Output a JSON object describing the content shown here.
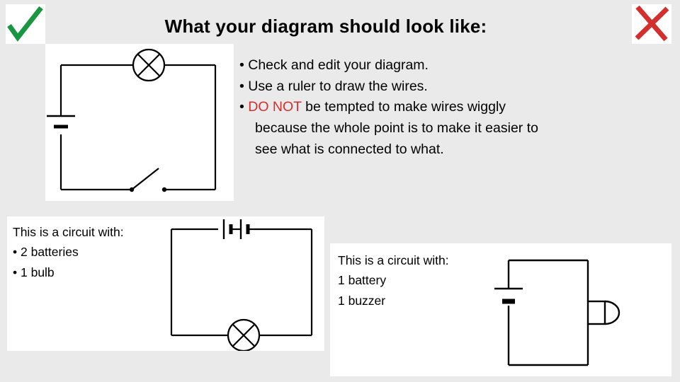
{
  "slide": {
    "title": "What your diagram should look like:",
    "background_color": "#eaeaea",
    "panel_color": "#ffffff"
  },
  "marks": {
    "tick": {
      "name": "check-mark",
      "color": "#1a9641",
      "glyph": "✓"
    },
    "cross": {
      "name": "cross-mark",
      "color": "#d42f2f",
      "glyph": "✗"
    }
  },
  "bullets": [
    {
      "text": "• Check and edit your diagram.",
      "highlight": null
    },
    {
      "text": "• Use a ruler to draw the wires.",
      "highlight": null
    },
    {
      "prefix": "• ",
      "highlight": "DO NOT",
      "suffix": " be tempted to make wires wiggly"
    },
    {
      "text": "because the whole point is to make it easier to",
      "indent": true
    },
    {
      "text": "see what is connected to what.",
      "indent": true
    }
  ],
  "bullets_highlight_color": "#d42f2f",
  "bottom_left": {
    "caption": "This is a circuit with:",
    "items": [
      "• 2 batteries",
      "• 1 bulb"
    ],
    "circuit": {
      "components": [
        "battery-2-cell",
        "lamp"
      ]
    }
  },
  "bottom_right": {
    "caption": "This is a circuit with:",
    "items": [
      "1 battery",
      "1 buzzer"
    ],
    "circuit": {
      "components": [
        "battery-1-cell",
        "buzzer"
      ]
    }
  },
  "main_circuit": {
    "components": [
      "lamp",
      "battery-1-cell",
      "switch-open"
    ]
  }
}
